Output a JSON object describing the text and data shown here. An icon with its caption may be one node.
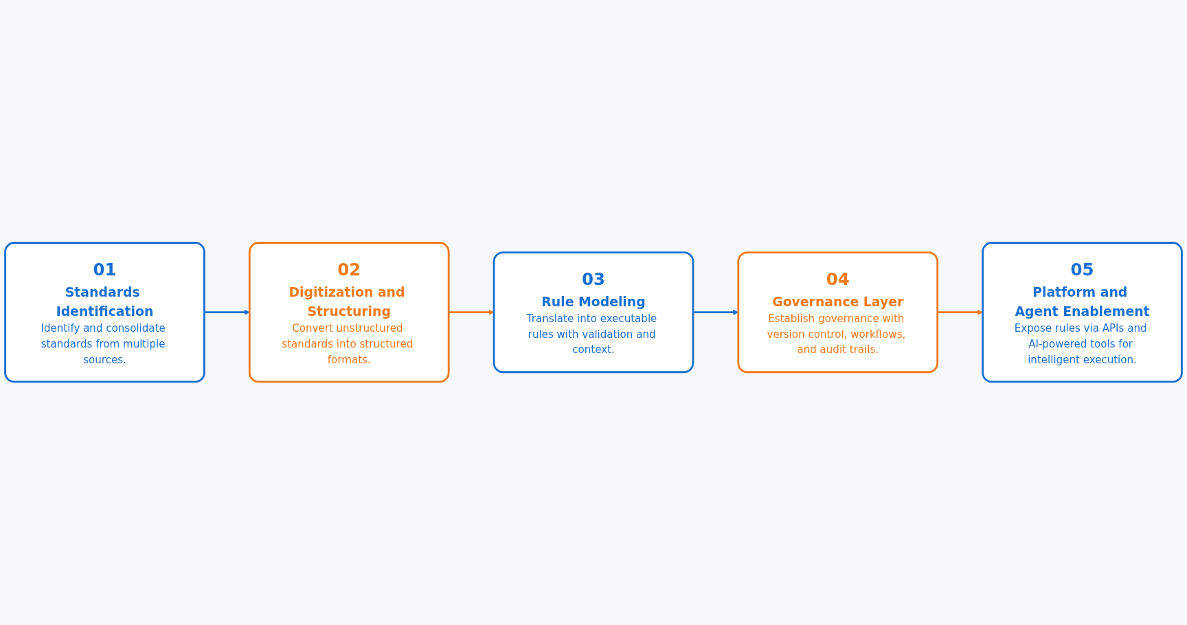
{
  "diagram": {
    "nodes": [
      {
        "text": [
          "01",
          "Standards Identification",
          "Identify and consolidate standards from multiple sources."
        ]
      },
      {
        "text": [
          "02",
          "Digitization and Structuring",
          "Convert unstructured standards into structured formats."
        ]
      },
      {
        "text": [
          "03",
          "Rule Modeling",
          "Translate into executable rules with validation and context."
        ]
      },
      {
        "text": [
          "04",
          "Governance Layer",
          "Establish governance with version control, workflows, and audit trails."
        ]
      },
      {
        "text": [
          "05",
          "Platform and Agent Enablement",
          "Expose rules via APIs and AI-powered tools for intelligent execution."
        ]
      }
    ],
    "edges": [
      {
        "from": 0,
        "to": 1,
        "arrow": "to"
      },
      {
        "from": 1,
        "to": 2,
        "arrow": "to",
        "color": "#f07a1a"
      },
      {
        "from": 2,
        "to": 3,
        "arrow": "to"
      },
      {
        "from": 3,
        "to": 4,
        "arrow": "to",
        "color": "#f07a1a"
      }
    ]
  }
}
